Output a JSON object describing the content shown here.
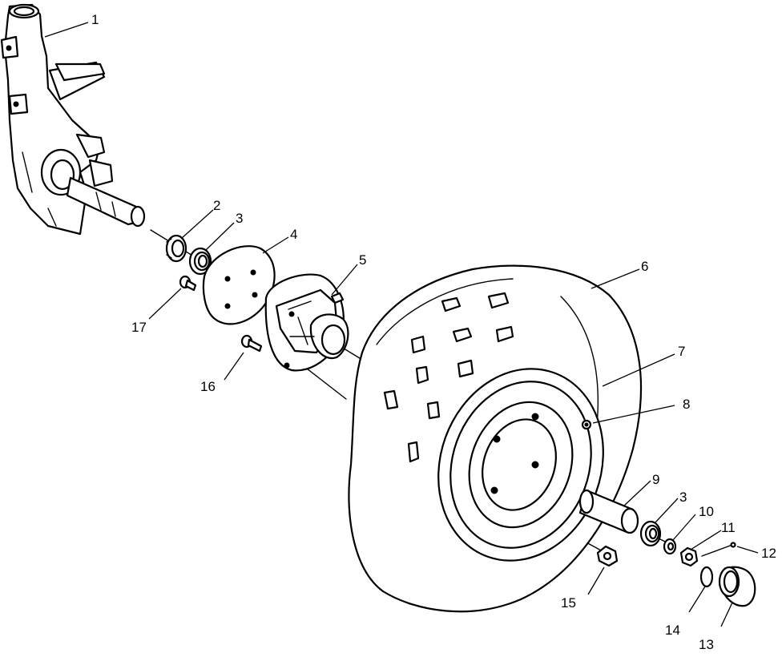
{
  "diagram": {
    "callouts": [
      {
        "id": "c1",
        "label": "1"
      },
      {
        "id": "c2",
        "label": "2"
      },
      {
        "id": "c3a",
        "label": "3"
      },
      {
        "id": "c4",
        "label": "4"
      },
      {
        "id": "c5",
        "label": "5"
      },
      {
        "id": "c6",
        "label": "6"
      },
      {
        "id": "c7",
        "label": "7"
      },
      {
        "id": "c8",
        "label": "8"
      },
      {
        "id": "c9",
        "label": "9"
      },
      {
        "id": "c3b",
        "label": "3"
      },
      {
        "id": "c10",
        "label": "10"
      },
      {
        "id": "c11",
        "label": "11"
      },
      {
        "id": "c12",
        "label": "12"
      },
      {
        "id": "c13",
        "label": "13"
      },
      {
        "id": "c14",
        "label": "14"
      },
      {
        "id": "c15",
        "label": "15"
      },
      {
        "id": "c16",
        "label": "16"
      },
      {
        "id": "c17",
        "label": "17"
      }
    ]
  }
}
